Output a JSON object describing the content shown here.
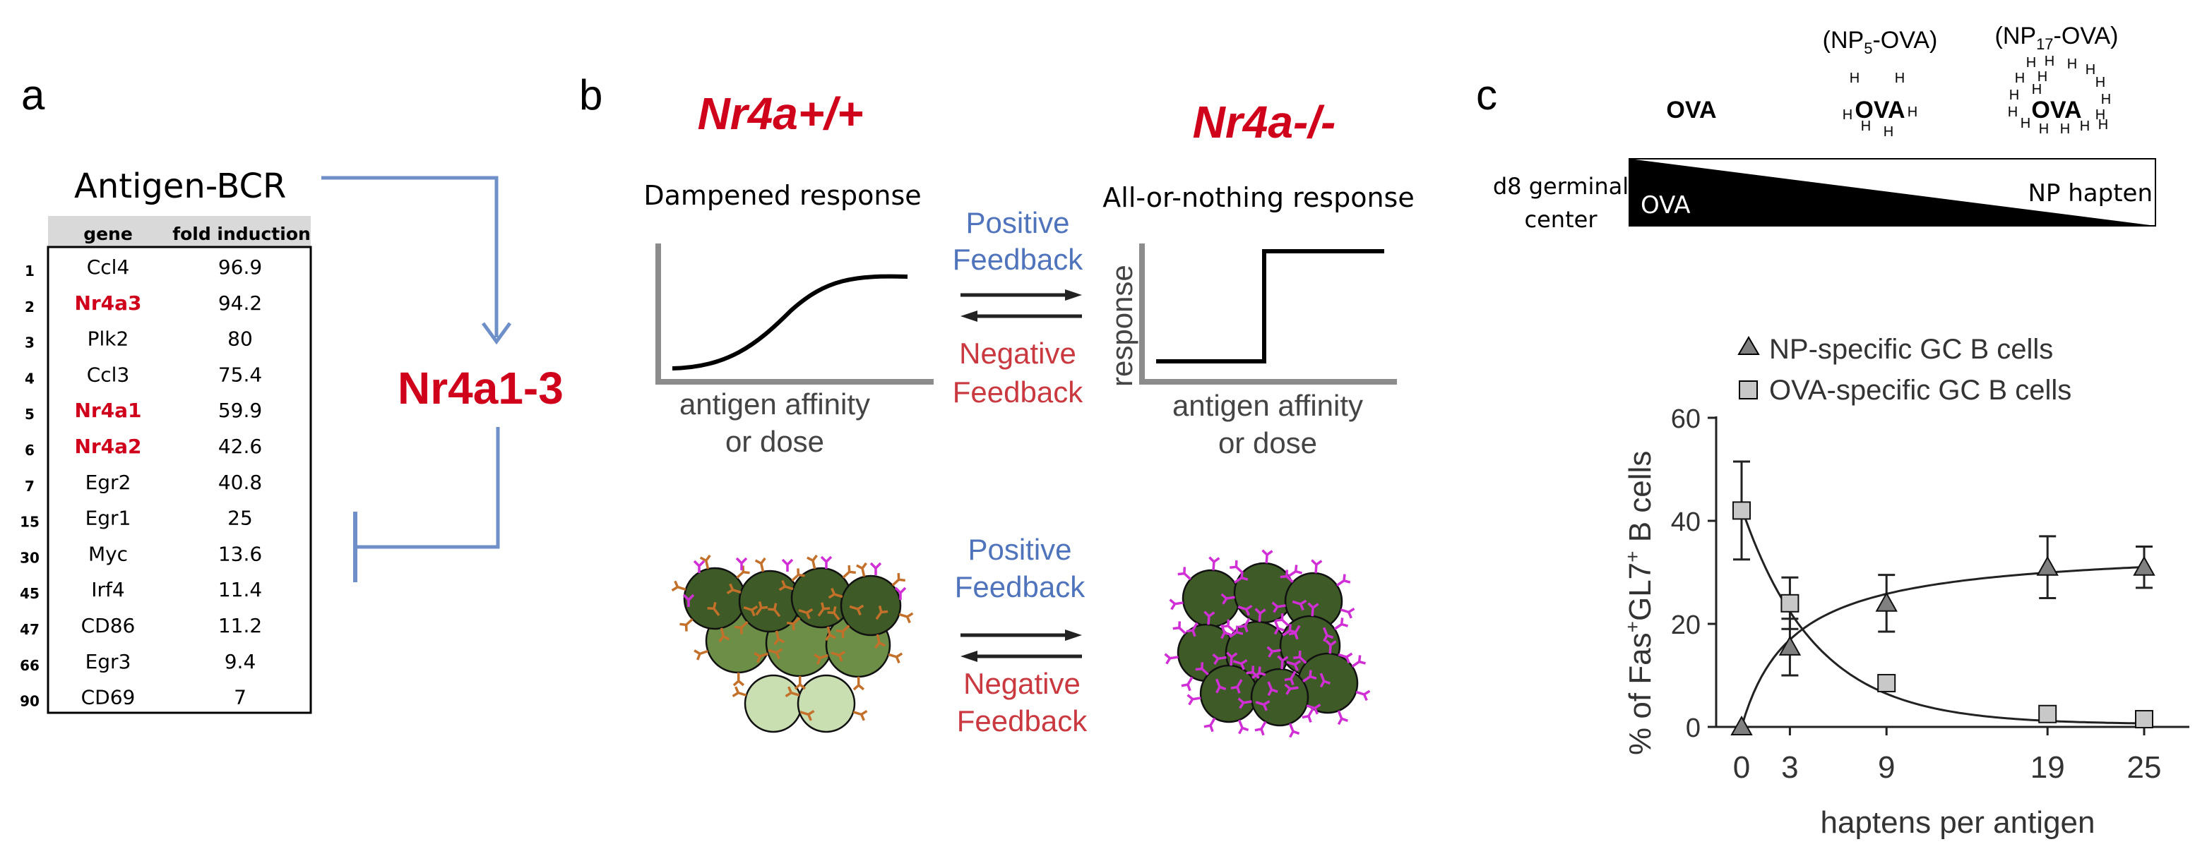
{
  "panels": {
    "a": {
      "letter": "a",
      "title": "Antigen-BCR",
      "table": {
        "headers": [
          "gene",
          "fold induction"
        ],
        "rows": [
          {
            "rank": "1",
            "gene": "Ccl4",
            "fold": "96.9",
            "highlight": false
          },
          {
            "rank": "2",
            "gene": "Nr4a3",
            "fold": "94.2",
            "highlight": true
          },
          {
            "rank": "3",
            "gene": "Plk2",
            "fold": "80",
            "highlight": false
          },
          {
            "rank": "4",
            "gene": "Ccl3",
            "fold": "75.4",
            "highlight": false
          },
          {
            "rank": "5",
            "gene": "Nr4a1",
            "fold": "59.9",
            "highlight": true
          },
          {
            "rank": "6",
            "gene": "Nr4a2",
            "fold": "42.6",
            "highlight": true
          },
          {
            "rank": "7",
            "gene": "Egr2",
            "fold": "40.8",
            "highlight": false
          },
          {
            "rank": "15",
            "gene": "Egr1",
            "fold": "25",
            "highlight": false
          },
          {
            "rank": "30",
            "gene": "Myc",
            "fold": "13.6",
            "highlight": false
          },
          {
            "rank": "45",
            "gene": "Irf4",
            "fold": "11.4",
            "highlight": false
          },
          {
            "rank": "47",
            "gene": "CD86",
            "fold": "11.2",
            "highlight": false
          },
          {
            "rank": "66",
            "gene": "Egr3",
            "fold": "9.4",
            "highlight": false
          },
          {
            "rank": "90",
            "gene": "CD69",
            "fold": "7",
            "highlight": false
          }
        ]
      },
      "target": "Nr4a1-3"
    },
    "b": {
      "letter": "b",
      "left_genotype": "Nr4a+/+",
      "right_genotype": "Nr4a-/-",
      "left_title": "Dampened response",
      "right_title": "All-or-nothing response",
      "ylabel": "response",
      "xlabel_line1": "antigen affinity",
      "xlabel_line2": "or dose",
      "positive_line1": "Positive",
      "positive_line2": "Feedback",
      "negative_line1": "Negative",
      "negative_line2": "Feedback"
    },
    "c": {
      "letter": "c",
      "antigens": [
        {
          "label": "OVA",
          "caption_pre": "",
          "caption_sub": "",
          "caption_post": ""
        },
        {
          "label": "OVA",
          "caption_pre": "(NP",
          "caption_sub": "5",
          "caption_post": "-OVA)"
        },
        {
          "label": "OVA",
          "caption_pre": "(NP",
          "caption_sub": "17",
          "caption_post": "-OVA)"
        }
      ],
      "hapten_glyph": "H",
      "gradient_left_line1": "d8 germinal",
      "gradient_left_line2": "center",
      "gradient_dark_label": "OVA",
      "gradient_light_label": "NP hapten",
      "chart_data": {
        "type": "scatter",
        "xlabel": "haptens per antigen",
        "ylabel_parts": [
          "% of Fas",
          "+",
          "GL7",
          "+",
          " B cells"
        ],
        "xlim": [
          0,
          25
        ],
        "ylim": [
          0,
          60
        ],
        "xticks": [
          0,
          3,
          9,
          19,
          25
        ],
        "yticks": [
          0,
          20,
          40,
          60
        ],
        "series": [
          {
            "name": "NP-specific GC B cells",
            "marker": "triangle",
            "color": "#808080",
            "x": [
              0,
              3,
              9,
              19,
              25
            ],
            "y": [
              0,
              15.5,
              24,
              31,
              31
            ],
            "err": [
              0,
              5.5,
              5.5,
              6,
              4
            ]
          },
          {
            "name": "OVA-specific GC B cells",
            "marker": "square",
            "color": "#c8c8c8",
            "x": [
              0,
              3,
              9,
              19,
              25
            ],
            "y": [
              42,
              24,
              8.5,
              2.5,
              1.5
            ],
            "err": [
              9.5,
              5,
              0,
              0,
              0
            ]
          }
        ]
      }
    }
  },
  "colors": {
    "red": "#d0021b",
    "blue": "#4f74bb",
    "negative": "#c9393f",
    "gray_axis": "#808080",
    "cell_dark": "#3e5a26",
    "cell_mid": "#6c8e47",
    "cell_light": "#c9deb1",
    "receptor_magenta": "#d12fd6",
    "receptor_orange": "#c2702a"
  }
}
